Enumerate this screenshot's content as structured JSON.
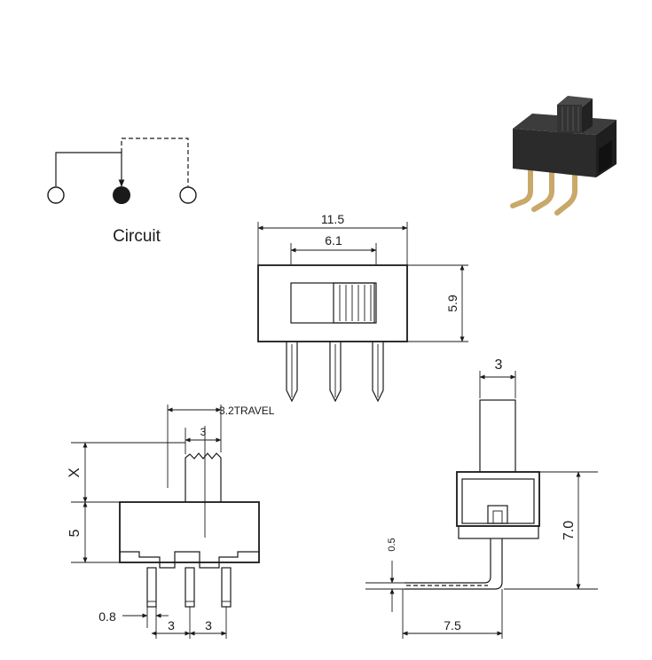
{
  "circuit": {
    "label": "Circuit"
  },
  "top_view": {
    "width_label": "11.5",
    "slider_label": "6.1",
    "height_label": "5.9"
  },
  "front_view": {
    "travel_label": "3.2TRAVEL",
    "actuator_label": "3",
    "x_label": "X",
    "body_height_label": "5",
    "pin_width_label": "0.8",
    "pitch_left_label": "3",
    "pitch_right_label": "3"
  },
  "side_view": {
    "actuator_width_label": "3",
    "height_label": "7.0",
    "thickness_label": "0.5",
    "depth_label": "7.5"
  },
  "colors": {
    "line": "#1a1a1a",
    "photo_body": "#2b2b2b",
    "photo_pin": "#c9a86a"
  }
}
